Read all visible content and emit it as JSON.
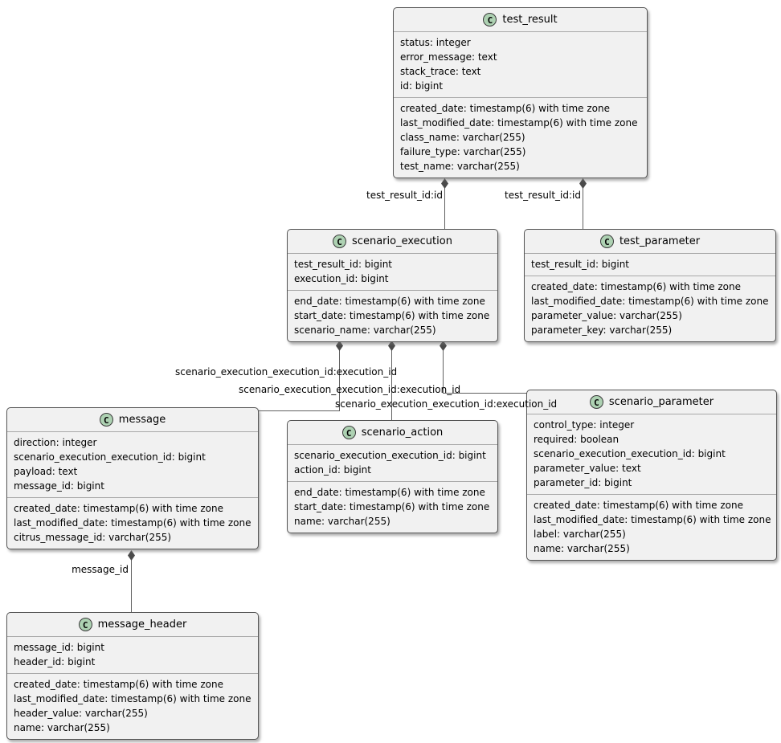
{
  "diagram": {
    "type": "uml-class-diagram",
    "entities": [
      {
        "id": "test_result",
        "stereotype": "C",
        "name": "test_result",
        "keys": [
          "status: integer",
          "error_message: text",
          "stack_trace: text",
          "id: bigint"
        ],
        "attributes": [
          "created_date: timestamp(6) with time zone",
          "last_modified_date: timestamp(6) with time zone",
          "class_name: varchar(255)",
          "failure_type: varchar(255)",
          "test_name: varchar(255)"
        ]
      },
      {
        "id": "scenario_execution",
        "stereotype": "C",
        "name": "scenario_execution",
        "keys": [
          "test_result_id: bigint",
          "execution_id: bigint"
        ],
        "attributes": [
          "end_date: timestamp(6) with time zone",
          "start_date: timestamp(6) with time zone",
          "scenario_name: varchar(255)"
        ]
      },
      {
        "id": "test_parameter",
        "stereotype": "C",
        "name": "test_parameter",
        "keys": [
          "test_result_id: bigint"
        ],
        "attributes": [
          "created_date: timestamp(6) with time zone",
          "last_modified_date: timestamp(6) with time zone",
          "parameter_value: varchar(255)",
          "parameter_key: varchar(255)"
        ]
      },
      {
        "id": "message",
        "stereotype": "C",
        "name": "message",
        "keys": [
          "direction: integer",
          "scenario_execution_execution_id: bigint",
          "payload: text",
          "message_id: bigint"
        ],
        "attributes": [
          "created_date: timestamp(6) with time zone",
          "last_modified_date: timestamp(6) with time zone",
          "citrus_message_id: varchar(255)"
        ]
      },
      {
        "id": "scenario_action",
        "stereotype": "C",
        "name": "scenario_action",
        "keys": [
          "scenario_execution_execution_id: bigint",
          "action_id: bigint"
        ],
        "attributes": [
          "end_date: timestamp(6) with time zone",
          "start_date: timestamp(6) with time zone",
          "name: varchar(255)"
        ]
      },
      {
        "id": "scenario_parameter",
        "stereotype": "C",
        "name": "scenario_parameter",
        "keys": [
          "control_type: integer",
          "required: boolean",
          "scenario_execution_execution_id: bigint",
          "parameter_value: text",
          "parameter_id: bigint"
        ],
        "attributes": [
          "created_date: timestamp(6) with time zone",
          "last_modified_date: timestamp(6) with time zone",
          "label: varchar(255)",
          "name: varchar(255)"
        ]
      },
      {
        "id": "message_header",
        "stereotype": "C",
        "name": "message_header",
        "keys": [
          "message_id: bigint",
          "header_id: bigint"
        ],
        "attributes": [
          "created_date: timestamp(6) with time zone",
          "last_modified_date: timestamp(6) with time zone",
          "header_value: varchar(255)",
          "name: varchar(255)"
        ]
      }
    ],
    "relationships": [
      {
        "from": "scenario_execution",
        "to": "test_result",
        "label": "test_result_id:id"
      },
      {
        "from": "test_parameter",
        "to": "test_result",
        "label": "test_result_id:id"
      },
      {
        "from": "message",
        "to": "scenario_execution",
        "label": "scenario_execution_execution_id:execution_id"
      },
      {
        "from": "scenario_action",
        "to": "scenario_execution",
        "label": "scenario_execution_execution_id:execution_id"
      },
      {
        "from": "scenario_parameter",
        "to": "scenario_execution",
        "label": "scenario_execution_execution_id:execution_id"
      },
      {
        "from": "message_header",
        "to": "message",
        "label": "message_id"
      }
    ],
    "colors": {
      "entity_fill": "#f1f1f1",
      "entity_border": "#555555",
      "separator": "#a8a8a8",
      "circle_fill": "#ADD1B2",
      "circle_border": "#3a3a3a",
      "line": "#616161",
      "diamond": "#4a4a4a"
    }
  }
}
